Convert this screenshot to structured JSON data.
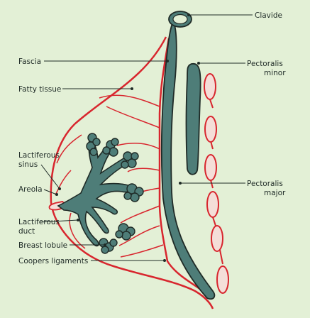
{
  "labels": {
    "clavicle": "Clavide",
    "fascia": "Fascia",
    "fatty_tissue": "Fatty tissue",
    "pectoralis_minor_line1": "Pectoralis",
    "pectoralis_minor_line2": "minor",
    "lactiferous_sinus_line1": "Lactiferous",
    "lactiferous_sinus_line2": "sinus",
    "areola": "Areola",
    "pectoralis_major_line1": "Pectoralis",
    "pectoralis_major_line2": "major",
    "lactiferous_duct_line1": "Lactiferous",
    "lactiferous_duct_line2": "duct",
    "breast_lobule": "Breast lobule",
    "coopers_ligaments": "Coopers ligaments"
  },
  "colors": {
    "background": "#e3f0d6",
    "muscle": "#4e7d78",
    "outline": "#1f2b27",
    "tissue_line": "#d8262e",
    "tissue_fill": "#f4ded8"
  }
}
